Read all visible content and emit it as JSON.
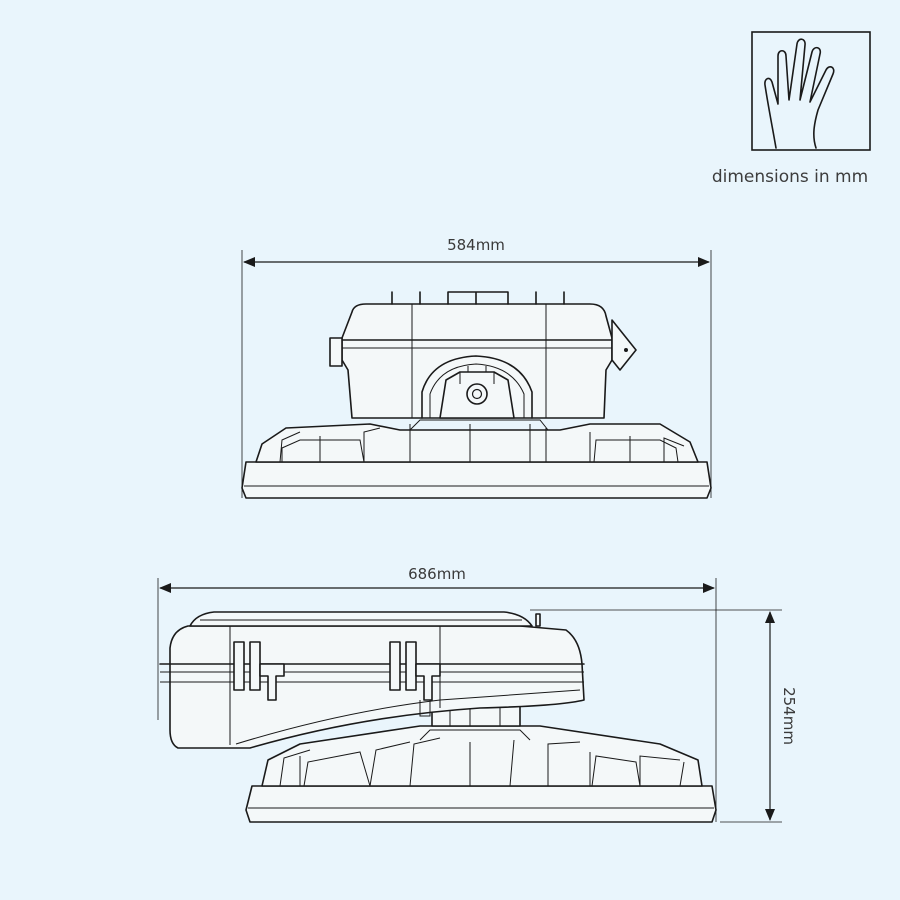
{
  "note": {
    "text": "dimensions in mm",
    "icon": "hand-icon"
  },
  "dimensions": {
    "top_view_width": "584mm",
    "side_view_width": "686mm",
    "side_view_height": "254mm"
  },
  "colors": {
    "background": "#e9f5fc",
    "line": "#1a1a1a",
    "text": "#3a3a3a"
  }
}
